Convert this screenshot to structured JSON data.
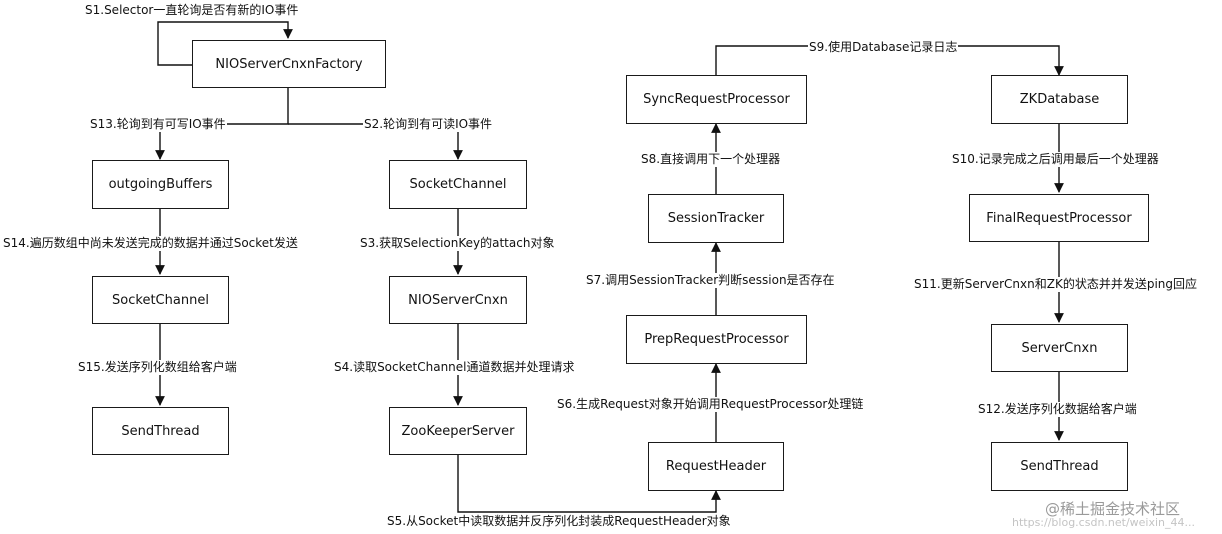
{
  "boxes": {
    "nio_factory": "NIOServerCnxnFactory",
    "outgoing_buffers": "outgoingBuffers",
    "socket_channel_left": "SocketChannel",
    "send_thread_left": "SendThread",
    "socket_channel_mid": "SocketChannel",
    "nio_server_cnxn": "NIOServerCnxn",
    "zookeeper_server": "ZooKeeperServer",
    "sync_processor": "SyncRequestProcessor",
    "session_tracker": "SessionTracker",
    "prep_processor": "PrepRequestProcessor",
    "request_header": "RequestHeader",
    "zk_database": "ZKDatabase",
    "final_processor": "FinalRequestProcessor",
    "server_cnxn": "ServerCnxn",
    "send_thread_right": "SendThread"
  },
  "steps": {
    "s1": "S1.Selector一直轮询是否有新的IO事件",
    "s2": "S2.轮询到有可读IO事件",
    "s3": "S3.获取SelectionKey的attach对象",
    "s4": "S4.读取SocketChannel通道数据并处理请求",
    "s5": "S5.从Socket中读取数据并反序列化封装成RequestHeader对象",
    "s6": "S6.生成Request对象开始调用RequestProcessor处理链",
    "s7": "S7.调用SessionTracker判断session是否存在",
    "s8": "S8.直接调用下一个处理器",
    "s9": "S9.使用Database记录日志",
    "s10": "S10.记录完成之后调用最后一个处理器",
    "s11": "S11.更新ServerCnxn和ZK的状态并并发送ping回应",
    "s12": "S12.发送序列化数据给客户端",
    "s13": "S13.轮询到有可写IO事件",
    "s14": "S14.遍历数组中尚未发送完成的数据并通过Socket发送",
    "s15": "S15.发送序列化数组给客户端"
  },
  "watermark": {
    "brand": "@稀土掘金技术社区",
    "url": "https://blog.csdn.net/weixin_44..."
  }
}
